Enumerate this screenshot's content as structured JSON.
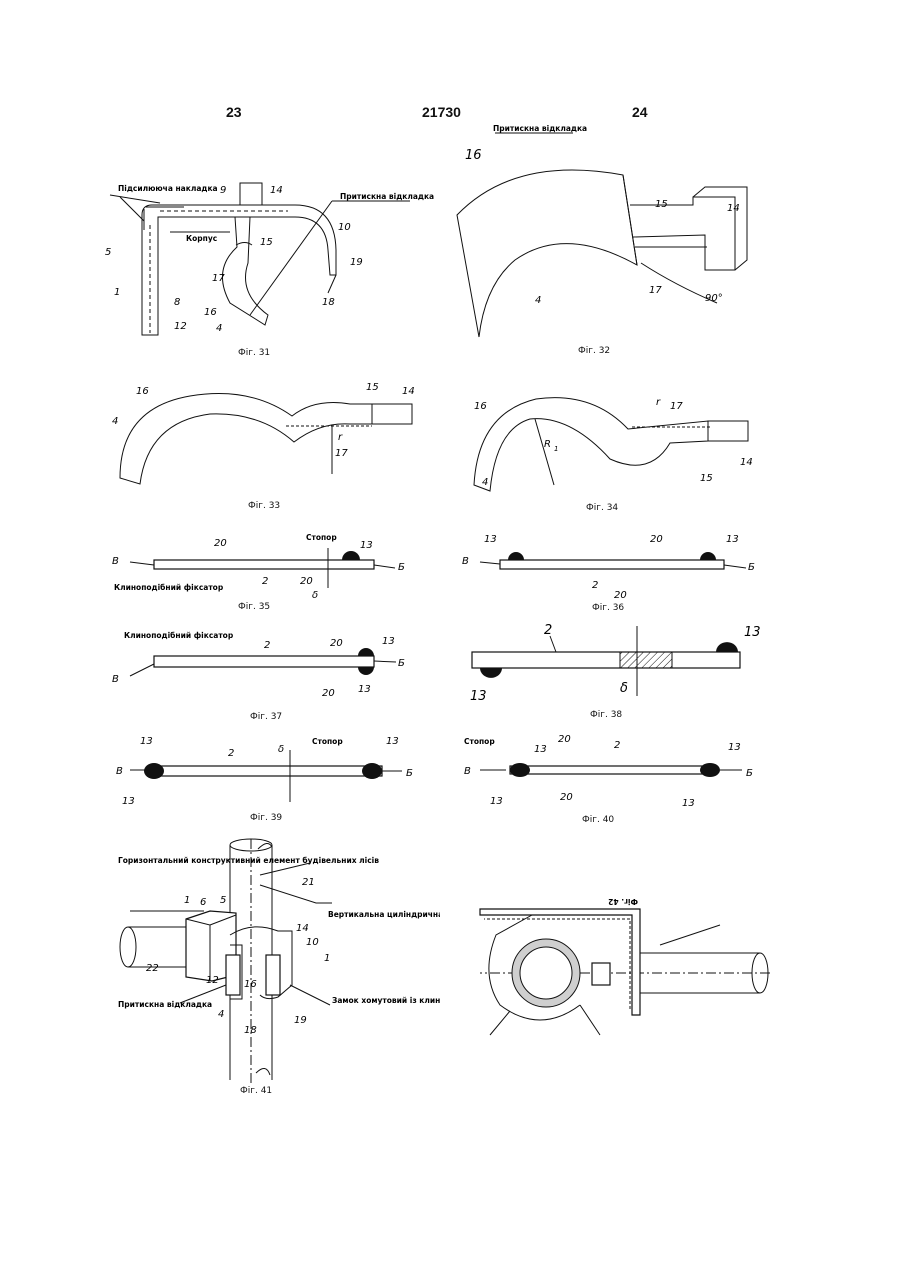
{
  "header": {
    "left": "23",
    "center": "21730",
    "right": "24"
  },
  "fig31": {
    "caption": "Фіг. 31",
    "note_pad": "Підсилююча накладка",
    "note_press": "Притискна відкладка",
    "note_body": "Корпус",
    "n9": "9",
    "n14": "14",
    "n5": "5",
    "n15": "15",
    "n10": "10",
    "n19": "19",
    "n17": "17",
    "n1": "1",
    "n8": "8",
    "n16": "16",
    "n18": "18",
    "n4": "4",
    "n12": "12"
  },
  "fig32": {
    "caption": "Фіг. 32",
    "note_press": "Притискна відкладка",
    "n16": "16",
    "n15": "15",
    "n14": "14",
    "n4": "4",
    "n17": "17",
    "angle": "90°"
  },
  "fig33": {
    "caption": "Фіг. 33",
    "n16": "16",
    "n15": "15",
    "n14": "14",
    "n4": "4",
    "n17": "17",
    "r": "r"
  },
  "fig34": {
    "caption": "Фіг. 34",
    "n16": "16",
    "n17": "17",
    "n4": "4",
    "n15": "15",
    "n14": "14",
    "r": "r",
    "R1": "R",
    "R1sub": "1"
  },
  "fig35": {
    "caption": "Фіг. 35",
    "stop": "Стопор",
    "wedge": "Клиноподібний фіксатор",
    "n20a": "20",
    "n13": "13",
    "B": "В",
    "Bv": "Б",
    "n2": "2",
    "n20b": "20",
    "delta": "δ"
  },
  "fig36": {
    "caption": "Фіг. 36",
    "n13a": "13",
    "n20": "20",
    "n13b": "13",
    "B": "В",
    "Bv": "Б",
    "n2": "2",
    "n20b": "20"
  },
  "fig37": {
    "caption": "Фіг. 37",
    "wedge": "Клиноподібний фіксатор",
    "n2": "2",
    "n20a": "20",
    "n13a": "13",
    "B": "В",
    "Bv": "Б",
    "n20b": "20",
    "n13b": "13"
  },
  "fig38": {
    "caption": "Фіг. 38",
    "n2": "2",
    "n13a": "13",
    "n13b": "13",
    "delta": "δ"
  },
  "fig39": {
    "caption": "Фіг. 39",
    "n13a": "13",
    "n2": "2",
    "delta": "δ",
    "stop": "Стопор",
    "n13b": "13",
    "B": "В",
    "Bv": "Б",
    "n13c": "13"
  },
  "fig40": {
    "caption": "Фіг. 40",
    "stop": "Стопор",
    "n20a": "20",
    "n2": "2",
    "n13a": "13",
    "n13b": "13",
    "B": "В",
    "Bv": "Б",
    "n13c": "13",
    "n20b": "20",
    "n13d": "13"
  },
  "fig41": {
    "caption": "Фіг. 41",
    "note_horiz": "Горизонтальний конструктивний елемент будівельних лісів",
    "note_vert": "Вертикальна циліндрична стійка будівельних лісів",
    "note_press": "Притискна відкладка",
    "note_lock": "Замок хомутовий із клиноподібним фіксатором",
    "n21": "21",
    "n1a": "1",
    "n6": "6",
    "n5": "5",
    "n14": "14",
    "n10": "10",
    "n1b": "1",
    "n22": "22",
    "n12": "12",
    "n16": "16",
    "n4": "4",
    "n18": "18",
    "n19": "19"
  },
  "fig42": {
    "caption": "Фіг. 42"
  }
}
